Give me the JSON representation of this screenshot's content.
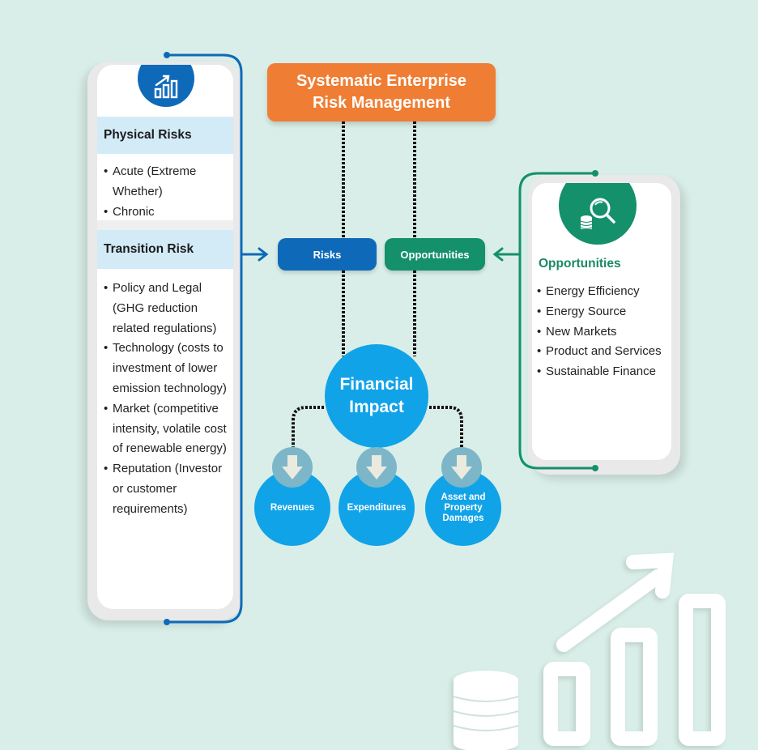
{
  "header": {
    "title_line1": "Systematic Enterprise",
    "title_line2": "Risk Management"
  },
  "center": {
    "risks_label": "Risks",
    "opportunities_label": "Opportunities",
    "financial_impact_line1": "Financial",
    "financial_impact_line2": "Impact",
    "outcomes": [
      {
        "label": "Revenues",
        "icon": "arrow-down-icon"
      },
      {
        "label": "Expenditures",
        "icon": "arrow-down-icon"
      },
      {
        "label": "Asset and Property Damages",
        "icon": "arrow-down-icon"
      }
    ]
  },
  "left_card": {
    "icon": "bar-chart-growth-icon",
    "physical": {
      "heading": "Physical Risks",
      "items": [
        "Acute (Extreme Whether)",
        "Chronic"
      ]
    },
    "transition": {
      "heading": "Transition Risk",
      "items": [
        "Policy and Legal (GHG reduction related regulations)",
        "Technology (costs to investment of lower emission technology)",
        "Market (competitive intensity, volatile cost of renewable energy)",
        "Reputation (Investor or customer requirements)"
      ]
    }
  },
  "right_card": {
    "icon": "magnifier-coins-icon",
    "heading": "Opportunities",
    "items": [
      "Energy Efficiency",
      "Energy Source",
      "New Markets",
      "Product and Services",
      "Sustainable Finance"
    ]
  },
  "decoration": {
    "icon": "coins-growth-chart-icon"
  },
  "colors": {
    "background": "#d9eee8",
    "orange": "#ef7d33",
    "risk_blue": "#0e6ab9",
    "opportunity_green": "#14906a",
    "impact_blue": "#11a3e8",
    "section_header_bg": "#d3ebf7"
  }
}
